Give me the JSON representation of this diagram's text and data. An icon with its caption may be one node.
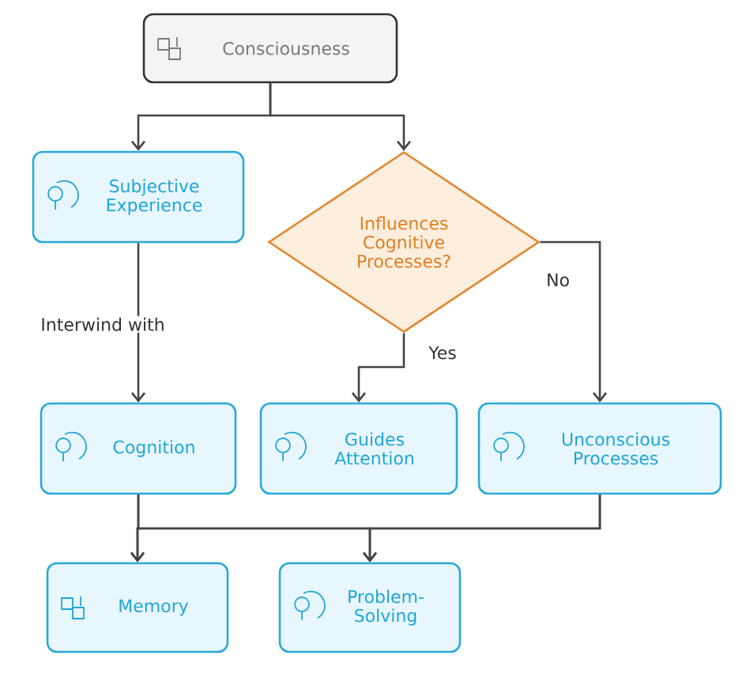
{
  "diagram": {
    "nodes": [
      {
        "text": [
          "Consciousness"
        ]
      },
      {
        "text": [
          "Subjective Experience"
        ]
      },
      {
        "text": [
          "Influences Cognitive Processes?"
        ]
      },
      {
        "text": [
          "Cognition"
        ]
      },
      {
        "text": [
          "Guides Attention"
        ]
      },
      {
        "text": [
          "Unconscious Processes"
        ]
      },
      {
        "text": [
          "Memory"
        ]
      },
      {
        "text": [
          "Problem-Solving"
        ]
      }
    ],
    "edges": [
      {
        "from": 0,
        "to": 1,
        "arrow": "to"
      },
      {
        "from": 0,
        "to": 2,
        "arrow": "to"
      },
      {
        "from": 1,
        "to": 3,
        "arrow": "to",
        "label": "Interwind with"
      },
      {
        "from": 2,
        "to": 4,
        "arrow": "to",
        "label": "Yes"
      },
      {
        "from": 2,
        "to": 5,
        "arrow": "to",
        "label": "No"
      },
      {
        "from": 3,
        "to": 6,
        "arrow": "to"
      },
      {
        "from": 3,
        "to": 7,
        "arrow": "to"
      },
      {
        "from": 5,
        "to": 6,
        "arrow": "to"
      },
      {
        "from": 5,
        "to": 7,
        "arrow": "to"
      }
    ]
  }
}
